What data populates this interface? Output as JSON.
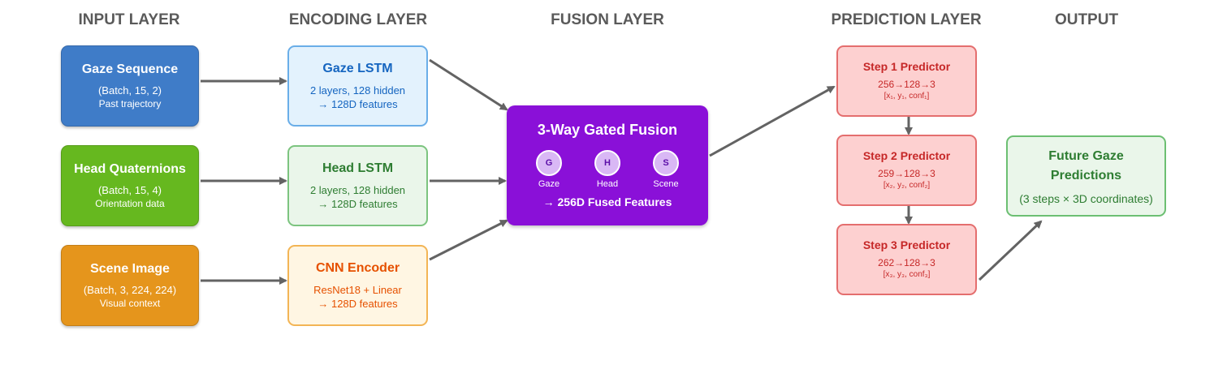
{
  "headers": {
    "input": "INPUT LAYER",
    "encoding": "ENCODING LAYER",
    "fusion": "FUSION LAYER",
    "prediction": "PREDICTION LAYER",
    "output": "OUTPUT"
  },
  "inputs": [
    {
      "title": "Gaze Sequence",
      "shape": "(Batch, 15, 2)",
      "desc": "Past trajectory",
      "color": "#3f7cc8"
    },
    {
      "title": "Head Quaternions",
      "shape": "(Batch, 15, 4)",
      "desc": "Orientation data",
      "color": "#66b81f"
    },
    {
      "title": "Scene Image",
      "shape": "(Batch, 3, 224, 224)",
      "desc": "Visual context",
      "color": "#e5951c"
    }
  ],
  "encoders": [
    {
      "title": "Gaze LSTM",
      "line1": "2 layers, 128 hidden",
      "line2": "→ 128D features",
      "fill": "#e3f2fd",
      "border": "#6aaee8",
      "text": "#1565c0"
    },
    {
      "title": "Head LSTM",
      "line1": "2 layers, 128 hidden",
      "line2": "→ 128D features",
      "fill": "#eaf6ea",
      "border": "#7cc47f",
      "text": "#2e7d32"
    },
    {
      "title": "CNN Encoder",
      "line1": "ResNet18 + Linear",
      "line2": "→ 128D features",
      "fill": "#fff6e3",
      "border": "#f3b555",
      "text": "#e65100"
    }
  ],
  "fusion": {
    "title": "3-Way Gated Fusion",
    "gates": [
      {
        "letter": "G",
        "label": "Gaze"
      },
      {
        "letter": "H",
        "label": "Head"
      },
      {
        "letter": "S",
        "label": "Scene"
      }
    ],
    "features": "→ 256D Fused Features",
    "color": "#8a10d8"
  },
  "predictors": [
    {
      "title": "Step 1 Predictor",
      "dims": "256→128→3",
      "outputs": "[x₁, y₁, conf₁]"
    },
    {
      "title": "Step 2 Predictor",
      "dims": "259→128→3",
      "outputs": "[x₂, y₂, conf₂]"
    },
    {
      "title": "Step 3 Predictor",
      "dims": "262→128→3",
      "outputs": "[x₃, y₃, conf₃]"
    }
  ],
  "output": {
    "line1": "Future Gaze",
    "line2": "Predictions",
    "detail": "(3 steps × 3D coordinates)"
  },
  "arrow_color": "#636363"
}
